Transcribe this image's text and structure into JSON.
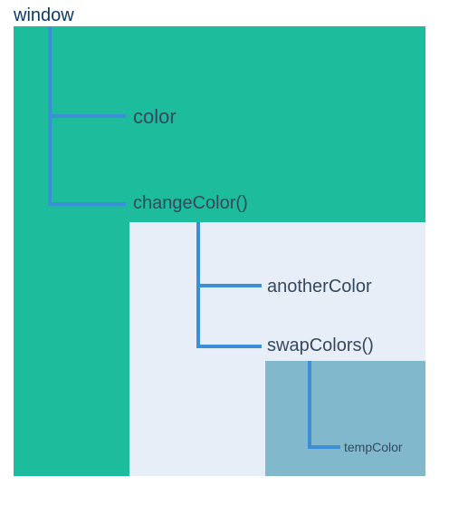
{
  "scopes": {
    "window": {
      "title": "window",
      "children": [
        "color",
        "changeColor()"
      ]
    },
    "changeColor": {
      "children": [
        "anotherColor",
        "swapColors()"
      ]
    },
    "swapColors": {
      "children": [
        "tempColor"
      ]
    }
  },
  "colors": {
    "window_scope": "#1dbc9c",
    "change_color_scope": "#e8eef7",
    "swap_colors_scope": "#81b8cc",
    "connector": "#3a8fd6",
    "title_text": "#0d3b66",
    "label_text": "#34495e"
  }
}
